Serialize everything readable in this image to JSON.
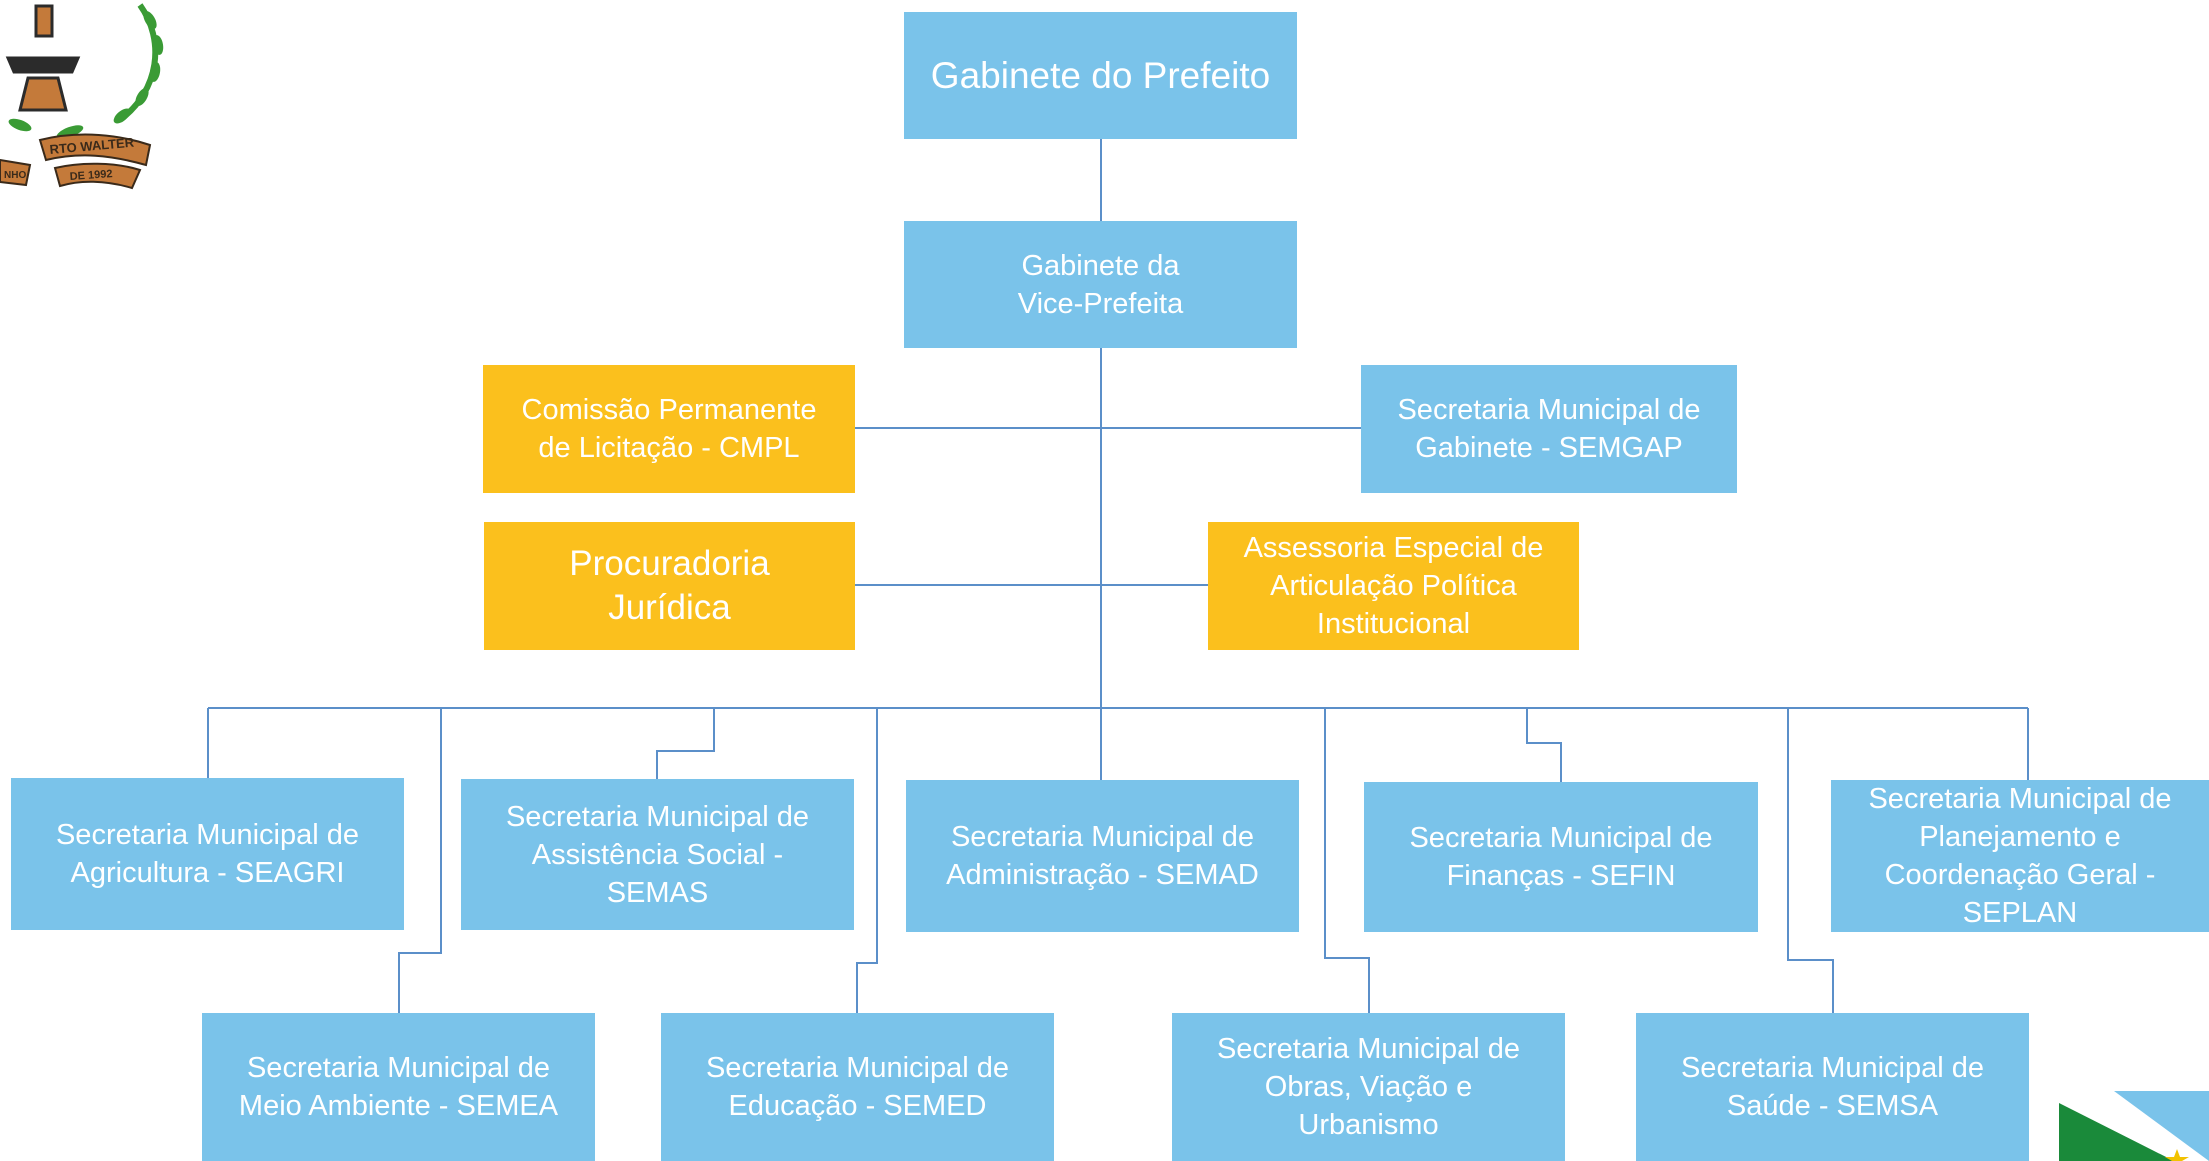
{
  "nodes": {
    "gabinete_prefeito": "Gabinete do Prefeito",
    "gabinete_vice": "Gabinete da\nVice-Prefeita",
    "cmpl": "Comissão Permanente\nde Licitação - CMPL",
    "semgap": "Secretaria Municipal de\nGabinete - SEMGAP",
    "procuradoria": "Procuradoria\nJurídica",
    "assessoria": "Assessoria Especial de\nArticulação Política\nInstitucional",
    "seagri": "Secretaria Municipal de\nAgricultura - SEAGRI",
    "semas": "Secretaria Municipal de\nAssistência Social -\nSEMAS",
    "semad": "Secretaria Municipal de\nAdministração - SEMAD",
    "sefin": "Secretaria Municipal de\nFinanças - SEFIN",
    "seplan": "Secretaria Municipal de\nPlanejamento e\nCoordenação Geral -\nSEPLAN",
    "semea": "Secretaria Municipal de\nMeio Ambiente - SEMEA",
    "semed": "Secretaria Municipal de\nEducação - SEMED",
    "obras": "Secretaria Municipal de\nObras, Viação e\nUrbanismo",
    "semsa": "Secretaria Municipal de\nSaúde - SEMSA"
  },
  "colors": {
    "blue": "#7ac3ea",
    "orange": "#fbc01d",
    "line": "#5b8fc9"
  },
  "logo": {
    "seal_text": [
      "RTO WALTER",
      "NHO",
      "DE 1992"
    ]
  }
}
